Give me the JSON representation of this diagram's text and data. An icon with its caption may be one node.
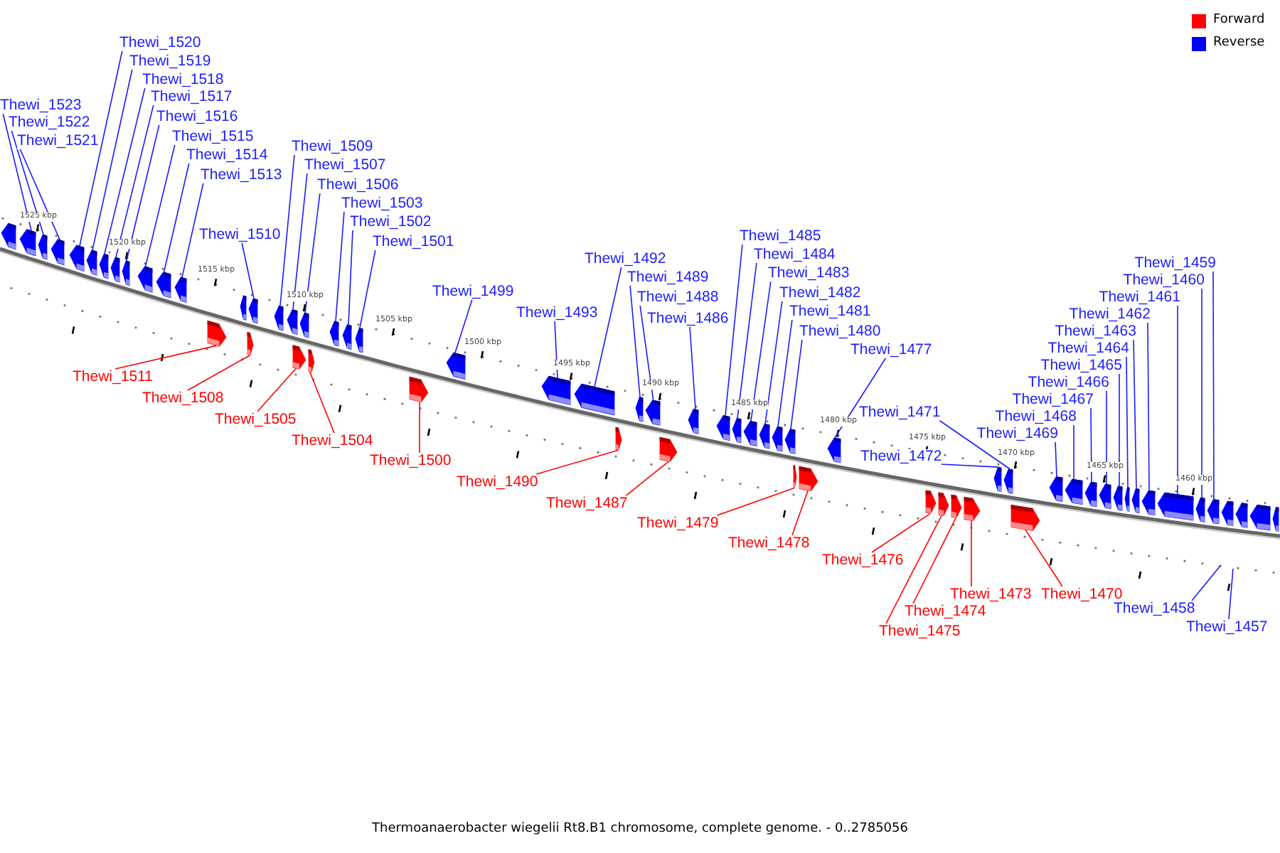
{
  "diagram": {
    "caption": "Thermoanaerobacter wiegelii Rt8.B1 chromosome, complete genome. - 0..2785056",
    "nodes": [
      {
        "text": [
          "Thewi_1520"
        ]
      },
      {
        "text": [
          "Thewi_1519"
        ]
      },
      {
        "text": [
          "Thewi_1518"
        ]
      },
      {
        "text": [
          "Thewi_1517"
        ]
      },
      {
        "text": [
          "Thewi_1523"
        ]
      },
      {
        "text": [
          "Thewi_1516"
        ]
      },
      {
        "text": [
          "Thewi_1522"
        ]
      },
      {
        "text": [
          "Thewi_1515"
        ]
      },
      {
        "text": [
          "Thewi_1521"
        ]
      },
      {
        "text": [
          "Thewi_1509"
        ]
      },
      {
        "text": [
          "Thewi_1514"
        ]
      },
      {
        "text": [
          "Thewi_1507"
        ]
      },
      {
        "text": [
          "Thewi_1513"
        ]
      },
      {
        "text": [
          "Thewi_1506"
        ]
      },
      {
        "text": [
          "Thewi_1503"
        ]
      },
      {
        "text": [
          "Thewi_1502"
        ]
      },
      {
        "text": [
          "Thewi_1510"
        ]
      },
      {
        "text": [
          "Thewi_1501"
        ]
      },
      {
        "text": [
          "Thewi_1485"
        ]
      },
      {
        "text": [
          "Thewi_1484"
        ]
      },
      {
        "text": [
          "Thewi_1492"
        ]
      },
      {
        "text": [
          "Thewi_1459"
        ]
      },
      {
        "text": [
          "Thewi_1483"
        ]
      },
      {
        "text": [
          "Thewi_1489"
        ]
      },
      {
        "text": [
          "Thewi_1460"
        ]
      },
      {
        "text": [
          "Thewi_1499"
        ]
      },
      {
        "text": [
          "Thewi_1482"
        ]
      },
      {
        "text": [
          "Thewi_1488"
        ]
      },
      {
        "text": [
          "Thewi_1461"
        ]
      },
      {
        "text": [
          "Thewi_1481"
        ]
      },
      {
        "text": [
          "Thewi_1493"
        ]
      },
      {
        "text": [
          "Thewi_1462"
        ]
      },
      {
        "text": [
          "Thewi_1486"
        ]
      },
      {
        "text": [
          "Thewi_1480"
        ]
      },
      {
        "text": [
          "Thewi_1463"
        ]
      },
      {
        "text": [
          "Thewi_1464"
        ]
      },
      {
        "text": [
          "Thewi_1477"
        ]
      },
      {
        "text": [
          "Thewi_1465"
        ]
      },
      {
        "text": [
          "Thewi_1511"
        ]
      },
      {
        "text": [
          "Thewi_1466"
        ]
      },
      {
        "text": [
          "Thewi_1508"
        ]
      },
      {
        "text": [
          "Thewi_1467"
        ]
      },
      {
        "text": [
          "Thewi_1468"
        ]
      },
      {
        "text": [
          "Thewi_1505"
        ]
      },
      {
        "text": [
          "Thewi_1471"
        ]
      },
      {
        "text": [
          "Thewi_1469"
        ]
      },
      {
        "text": [
          "Thewi_1504"
        ]
      },
      {
        "text": [
          "Thewi_1472"
        ]
      },
      {
        "text": [
          "Thewi_1500"
        ]
      },
      {
        "text": [
          "Thewi_1490"
        ]
      },
      {
        "text": [
          "Thewi_1487"
        ]
      },
      {
        "text": [
          "Thewi_1479"
        ]
      },
      {
        "text": [
          "Thewi_1478"
        ]
      },
      {
        "text": [
          "Thewi_1476"
        ]
      },
      {
        "text": [
          "Thewi_1473"
        ]
      },
      {
        "text": [
          "Thewi_1470"
        ]
      },
      {
        "text": [
          "Thewi_1458"
        ]
      },
      {
        "text": [
          "Thewi_1474"
        ]
      },
      {
        "text": [
          "Thewi_1457"
        ]
      },
      {
        "text": [
          "Thewi_1475"
        ]
      },
      {
        "text": [],
        "shape": "arrow"
      },
      {
        "text": [],
        "shape": "arrow"
      },
      {
        "text": [],
        "shape": "arrow"
      },
      {
        "text": [],
        "shape": "arrow"
      },
      {
        "text": [],
        "shape": "arrow"
      },
      {
        "text": [],
        "shape": "arrow"
      },
      {
        "text": [],
        "shape": "arrow"
      },
      {
        "text": [],
        "shape": "arrow"
      },
      {
        "text": [],
        "shape": "arrow"
      },
      {
        "text": [],
        "shape": "arrow"
      },
      {
        "text": [],
        "shape": "arrow"
      },
      {
        "text": [],
        "shape": "arrow"
      },
      {
        "text": [],
        "shape": "arrow"
      },
      {
        "text": [],
        "shape": "arrow"
      },
      {
        "text": [],
        "shape": "arrow"
      },
      {
        "text": [],
        "shape": "arrow"
      },
      {
        "text": [],
        "shape": "arrow"
      },
      {
        "text": [],
        "shape": "arrow"
      },
      {
        "text": [],
        "shape": "arrow"
      },
      {
        "text": [],
        "shape": "arrow"
      },
      {
        "text": [],
        "shape": "arrow"
      },
      {
        "text": [],
        "shape": "arrow"
      },
      {
        "text": [],
        "shape": "arrow"
      },
      {
        "text": [],
        "shape": "arrow"
      },
      {
        "text": [],
        "shape": "arrow"
      },
      {
        "text": [],
        "shape": "arrow"
      },
      {
        "text": [],
        "shape": "arrow"
      },
      {
        "text": [],
        "shape": "arrow"
      },
      {
        "text": [],
        "shape": "arrow"
      },
      {
        "text": [],
        "shape": "arrow"
      },
      {
        "text": [],
        "shape": "arrow"
      },
      {
        "text": [],
        "shape": "arrow"
      },
      {
        "text": [],
        "shape": "arrow"
      },
      {
        "text": [],
        "shape": "arrow"
      },
      {
        "text": [],
        "shape": "arrow"
      },
      {
        "text": [],
        "shape": "arrow"
      },
      {
        "text": [],
        "shape": "arrow"
      },
      {
        "text": [],
        "shape": "arrow"
      },
      {
        "text": [],
        "shape": "arrow"
      },
      {
        "text": [],
        "shape": "arrow"
      },
      {
        "text": [],
        "shape": "arrow"
      },
      {
        "text": [],
        "shape": "arrow"
      },
      {
        "text": [],
        "shape": "arrow"
      },
      {
        "text": [],
        "shape": "arrow"
      },
      {
        "text": [],
        "shape": "arrow"
      },
      {
        "text": [],
        "shape": "arrow"
      },
      {
        "text": [],
        "shape": "arrow"
      },
      {
        "text": [],
        "shape": "arrow"
      },
      {
        "text": [],
        "shape": "arrow"
      },
      {
        "text": [],
        "shape": "arrow"
      },
      {
        "text": [],
        "shape": "arrow"
      },
      {
        "text": [],
        "shape": "arrow"
      },
      {
        "text": [],
        "shape": "arrow"
      },
      {
        "text": [],
        "shape": "arrow"
      },
      {
        "text": [],
        "shape": "arrow"
      },
      {
        "text": [],
        "shape": "arrow"
      },
      {
        "text": [],
        "shape": "arrow"
      },
      {
        "text": [],
        "shape": "arrow"
      },
      {
        "text": [],
        "shape": "arrow"
      },
      {
        "text": [],
        "shape": "arrow"
      },
      {
        "text": [],
        "shape": "arrow"
      },
      {
        "text": [],
        "shape": "arrow"
      },
      {
        "text": [],
        "shape": "arrow"
      },
      {
        "text": [],
        "shape": "arrow"
      }
    ],
    "edges": [
      {
        "from": 0,
        "to": 64,
        "arrow": "none"
      },
      {
        "from": 1,
        "to": 65,
        "arrow": "none"
      },
      {
        "from": 2,
        "to": 66,
        "arrow": "none"
      },
      {
        "from": 3,
        "to": 67,
        "arrow": "none"
      },
      {
        "from": 4,
        "to": 61,
        "arrow": "none"
      },
      {
        "from": 5,
        "to": 68,
        "arrow": "none"
      },
      {
        "from": 6,
        "to": 62,
        "arrow": "none"
      },
      {
        "from": 7,
        "to": 69,
        "arrow": "none"
      },
      {
        "from": 8,
        "to": 63,
        "arrow": "none"
      },
      {
        "from": 9,
        "to": 76,
        "arrow": "none"
      },
      {
        "from": 10,
        "to": 70,
        "arrow": "none"
      },
      {
        "from": 11,
        "to": 77,
        "arrow": "none"
      },
      {
        "from": 12,
        "to": 71,
        "arrow": "none"
      },
      {
        "from": 13,
        "to": 79,
        "arrow": "none"
      },
      {
        "from": 14,
        "to": 81,
        "arrow": "none"
      },
      {
        "from": 15,
        "to": 82,
        "arrow": "none"
      },
      {
        "from": 16,
        "to": 75,
        "arrow": "none"
      },
      {
        "from": 17,
        "to": 83,
        "arrow": "none"
      },
      {
        "from": 18,
        "to": 93,
        "arrow": "none"
      },
      {
        "from": 19,
        "to": 94,
        "arrow": "none"
      },
      {
        "from": 20,
        "to": 87,
        "arrow": "none"
      },
      {
        "from": 21,
        "to": 119,
        "arrow": "none"
      },
      {
        "from": 22,
        "to": 95,
        "arrow": "none"
      },
      {
        "from": 23,
        "to": 89,
        "arrow": "none"
      },
      {
        "from": 24,
        "to": 118,
        "arrow": "none"
      },
      {
        "from": 25,
        "to": 85,
        "arrow": "none"
      },
      {
        "from": 26,
        "to": 96,
        "arrow": "none"
      },
      {
        "from": 27,
        "to": 90,
        "arrow": "none"
      },
      {
        "from": 28,
        "to": 117,
        "arrow": "none"
      },
      {
        "from": 29,
        "to": 97,
        "arrow": "none"
      },
      {
        "from": 30,
        "to": 86,
        "arrow": "none"
      },
      {
        "from": 31,
        "to": 116,
        "arrow": "none"
      },
      {
        "from": 32,
        "to": 92,
        "arrow": "none"
      },
      {
        "from": 33,
        "to": 98,
        "arrow": "none"
      },
      {
        "from": 34,
        "to": 115,
        "arrow": "none"
      },
      {
        "from": 35,
        "to": 114,
        "arrow": "none"
      },
      {
        "from": 36,
        "to": 101,
        "arrow": "none"
      },
      {
        "from": 37,
        "to": 113,
        "arrow": "none"
      },
      {
        "from": 38,
        "to": 72,
        "arrow": "none",
        "color": "#ff0000"
      },
      {
        "from": 39,
        "to": 112,
        "arrow": "none"
      },
      {
        "from": 40,
        "to": 74,
        "arrow": "none",
        "color": "#ff0000"
      },
      {
        "from": 41,
        "to": 111,
        "arrow": "none"
      },
      {
        "from": 42,
        "to": 110,
        "arrow": "none"
      },
      {
        "from": 43,
        "to": 78,
        "arrow": "none",
        "color": "#ff0000"
      },
      {
        "from": 44,
        "to": 107,
        "arrow": "none"
      },
      {
        "from": 45,
        "to": 109,
        "arrow": "none"
      },
      {
        "from": 46,
        "to": 80,
        "arrow": "none",
        "color": "#ff0000"
      },
      {
        "from": 47,
        "to": 106,
        "arrow": "none"
      },
      {
        "from": 48,
        "to": 84,
        "arrow": "none",
        "color": "#ff0000"
      },
      {
        "from": 49,
        "to": 88,
        "arrow": "none",
        "color": "#ff0000"
      },
      {
        "from": 50,
        "to": 91,
        "arrow": "none",
        "color": "#ff0000"
      },
      {
        "from": 51,
        "to": 99,
        "arrow": "none",
        "color": "#ff0000"
      },
      {
        "from": 52,
        "to": 100,
        "arrow": "none",
        "color": "#ff0000"
      },
      {
        "from": 53,
        "to": 102,
        "arrow": "none",
        "color": "#ff0000"
      },
      {
        "from": 54,
        "to": 105,
        "arrow": "none",
        "color": "#ff0000"
      },
      {
        "from": 55,
        "to": 108,
        "arrow": "none",
        "color": "#ff0000"
      },
      {
        "from": 56,
        "to": null,
        "arrow": "none"
      },
      {
        "from": 57,
        "to": 104,
        "arrow": "none",
        "color": "#ff0000"
      },
      {
        "from": 58,
        "to": null,
        "arrow": "none"
      },
      {
        "from": 59,
        "to": 103,
        "arrow": "none",
        "color": "#ff0000"
      }
    ],
    "labels": [
      "1525 kbp",
      "1520 kbp",
      "1515 kbp",
      "1510 kbp",
      "1505 kbp",
      "1500 kbp",
      "1495 kbp",
      "1490 kbp",
      "1485 kbp",
      "1480 kbp",
      "1475 kbp",
      "1470 kbp",
      "1465 kbp",
      "1460 kbp"
    ],
    "legend": [
      {
        "text": "Forward",
        "color": "#ff0000"
      },
      {
        "text": "Reverse",
        "color": "#0000ff"
      }
    ]
  }
}
